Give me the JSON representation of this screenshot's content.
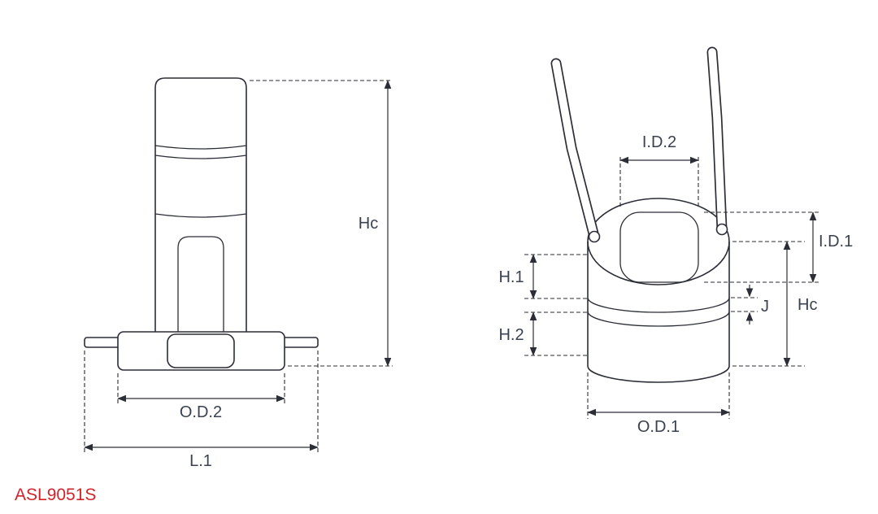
{
  "part_number": "ASL9051S",
  "colors": {
    "line_color": "#2b2e36",
    "label_color": "#3a4150",
    "part_number_color": "#d2232a",
    "background": "#ffffff"
  },
  "views": {
    "side": {
      "labels": {
        "hc": "Hc",
        "od2": "O.D.2",
        "l1": "L.1"
      }
    },
    "perspective": {
      "labels": {
        "id2": "I.D.2",
        "id1": "I.D.1",
        "hc": "Hc",
        "h1": "H.1",
        "h2": "H.2",
        "j": "J",
        "od1": "O.D.1"
      }
    }
  }
}
